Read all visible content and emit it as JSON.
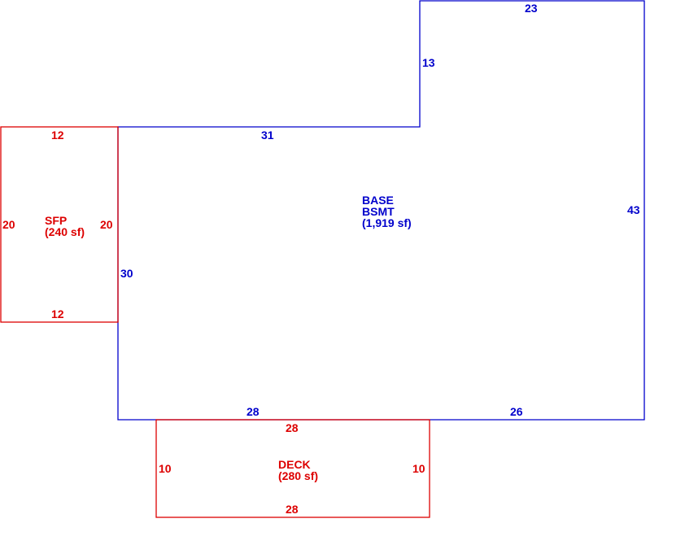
{
  "colors": {
    "main": "#0000cc",
    "addition": "#dd0000",
    "background": "#ffffff"
  },
  "areas": {
    "base": {
      "label_line1": "BASE",
      "label_line2": "BSMT",
      "area": "(1,919 sf)",
      "dims": {
        "top_right": "23",
        "inner_vertical": "13",
        "top_left": "31",
        "right": "43",
        "left": "30",
        "bottom_left": "28",
        "bottom_right": "26"
      }
    },
    "sfp": {
      "label": "SFP",
      "area": "(240 sf)",
      "dims": {
        "top": "12",
        "left": "20",
        "right": "20",
        "bottom": "12"
      }
    },
    "deck": {
      "label": "DECK",
      "area": "(280 sf)",
      "dims": {
        "top": "28",
        "left": "10",
        "right": "10",
        "bottom": "28"
      }
    }
  }
}
